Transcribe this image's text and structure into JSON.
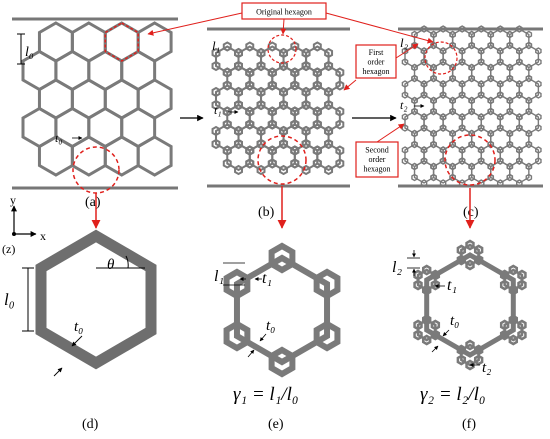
{
  "panel_labels": {
    "a": "(a)",
    "b": "(b)",
    "c": "(c)",
    "d": "(d)",
    "e": "(e)",
    "f": "(f)"
  },
  "annotations": {
    "original_hexagon": "Original hexagon",
    "first_order_line1": "First",
    "first_order_line2": "order",
    "first_order_line3": "hexagon",
    "second_order_line1": "Second",
    "second_order_line2": "order",
    "second_order_line3": "hexagon"
  },
  "axes": {
    "y": "y",
    "x": "x",
    "z": "(z)"
  },
  "symbols": {
    "l0": "l₀",
    "l1": "l₁",
    "l2": "l₂",
    "t0": "t₀",
    "t1": "t₁",
    "t2": "t₂",
    "theta": "θ",
    "gamma1": "γ₁ = l₁/l₀",
    "gamma2": "γ₂ = l₂/l₀"
  },
  "colors": {
    "structure": "#7a7a7a",
    "highlight": "#e0201c",
    "plate": "#6e6e6e",
    "text": "#000000"
  }
}
